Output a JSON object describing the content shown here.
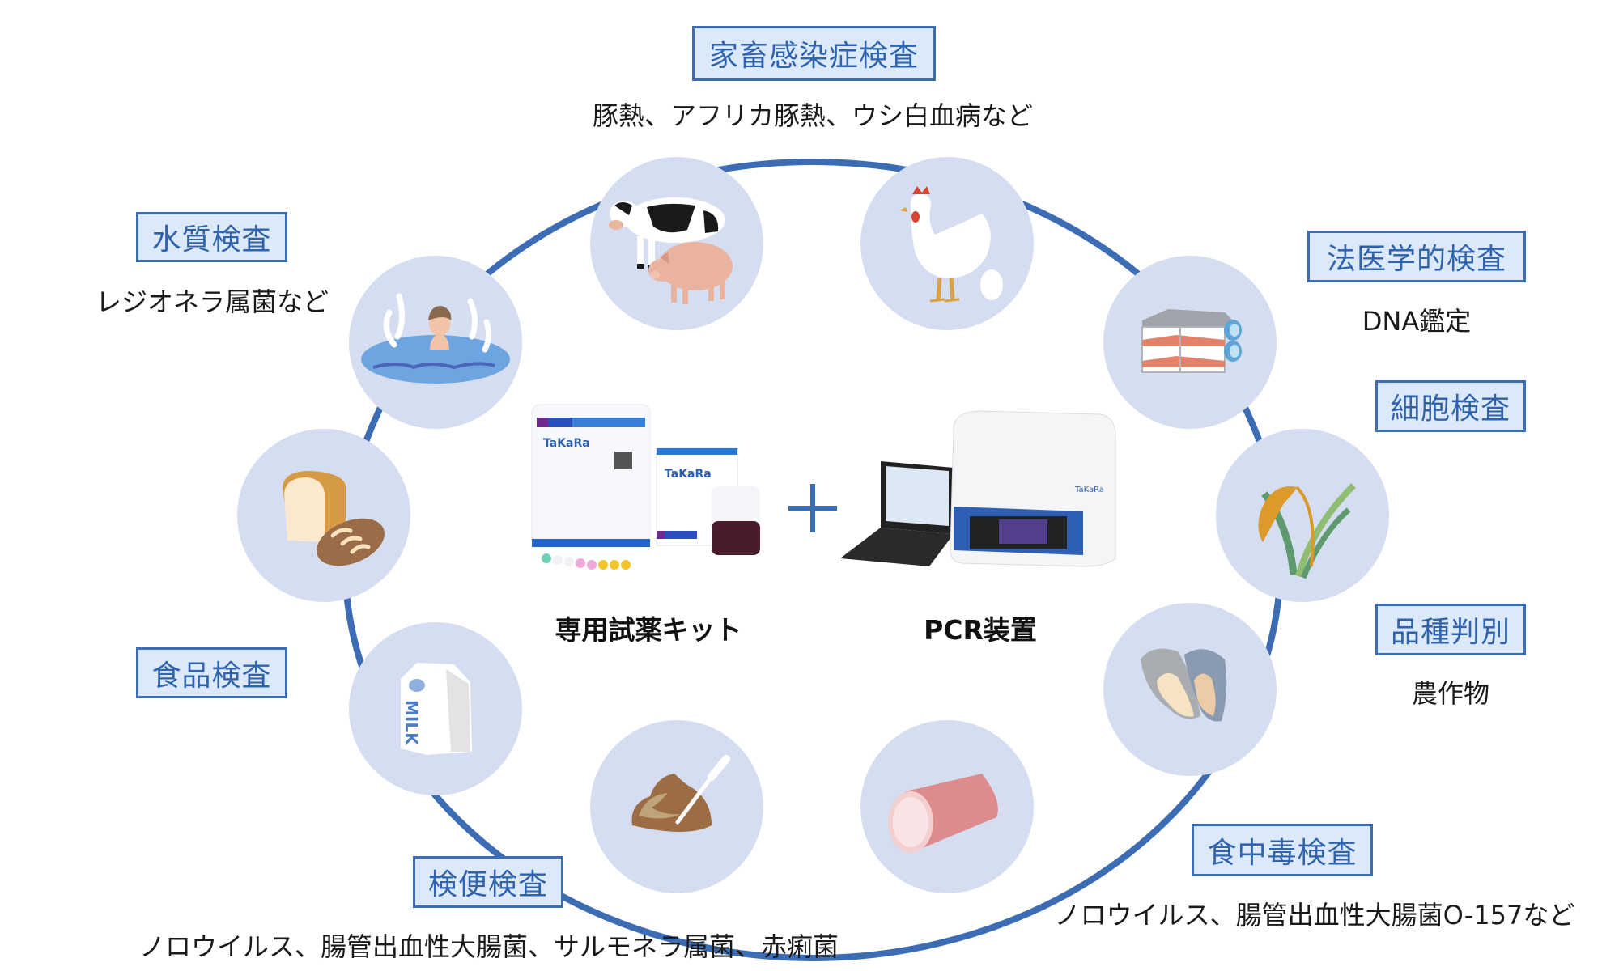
{
  "diagram": {
    "title": "PCR検査の応用分野",
    "center": {
      "kit_label": "専用試薬キット",
      "device_label": "PCR装置",
      "connector_symbol": "+",
      "kit_brand": "TaKaRa",
      "device_brand": "TaKaRa"
    },
    "categories": [
      {
        "id": "livestock",
        "label": "家畜感染症検査",
        "examples": "豚熱、アフリカ豚熱、ウシ白血病など",
        "icon": "cow-pig-icon"
      },
      {
        "id": "water",
        "label": "水質検査",
        "examples": "レジオネラ属菌など",
        "icon": "hot-spring-bath-icon"
      },
      {
        "id": "forensic",
        "label": "法医学的検査",
        "examples": "DNA鑑定",
        "icon": ""
      },
      {
        "id": "cell",
        "label": "細胞検査",
        "examples": "",
        "icon": "cell-culture-flask-icon"
      },
      {
        "id": "variety",
        "label": "品種判別",
        "examples": "農作物",
        "icon": "rice-plant-icon"
      },
      {
        "id": "food",
        "label": "食品検査",
        "examples": "",
        "icon": "bread-icon"
      },
      {
        "id": "food_poisoning",
        "label": "食中毒検査",
        "examples": "ノロウイルス、腸管出血性大腸菌O-157など",
        "icon": "oyster-icon"
      },
      {
        "id": "stool",
        "label": "検便検査",
        "examples": "ノロウイルス、腸管出血性大腸菌、サルモネラ属菌、赤痢菌",
        "icon": "stool-sample-icon"
      }
    ],
    "nodes": [
      {
        "icon": "cow-pig-icon"
      },
      {
        "icon": "chicken-egg-icon"
      },
      {
        "icon": "cell-culture-flask-icon"
      },
      {
        "icon": "rice-plant-icon"
      },
      {
        "icon": "oyster-icon"
      },
      {
        "icon": "ham-icon"
      },
      {
        "icon": "stool-sample-icon"
      },
      {
        "icon": "milk-carton-icon"
      },
      {
        "icon": "bread-icon"
      },
      {
        "icon": "hot-spring-bath-icon"
      }
    ],
    "milk_text": "MILK",
    "colors": {
      "ring": "#3c6db4",
      "node_fill": "#d5ddf0",
      "tag_border": "#3c6db4",
      "tag_fill": "#dbe9fa",
      "tag_text": "#2f63ad"
    }
  }
}
